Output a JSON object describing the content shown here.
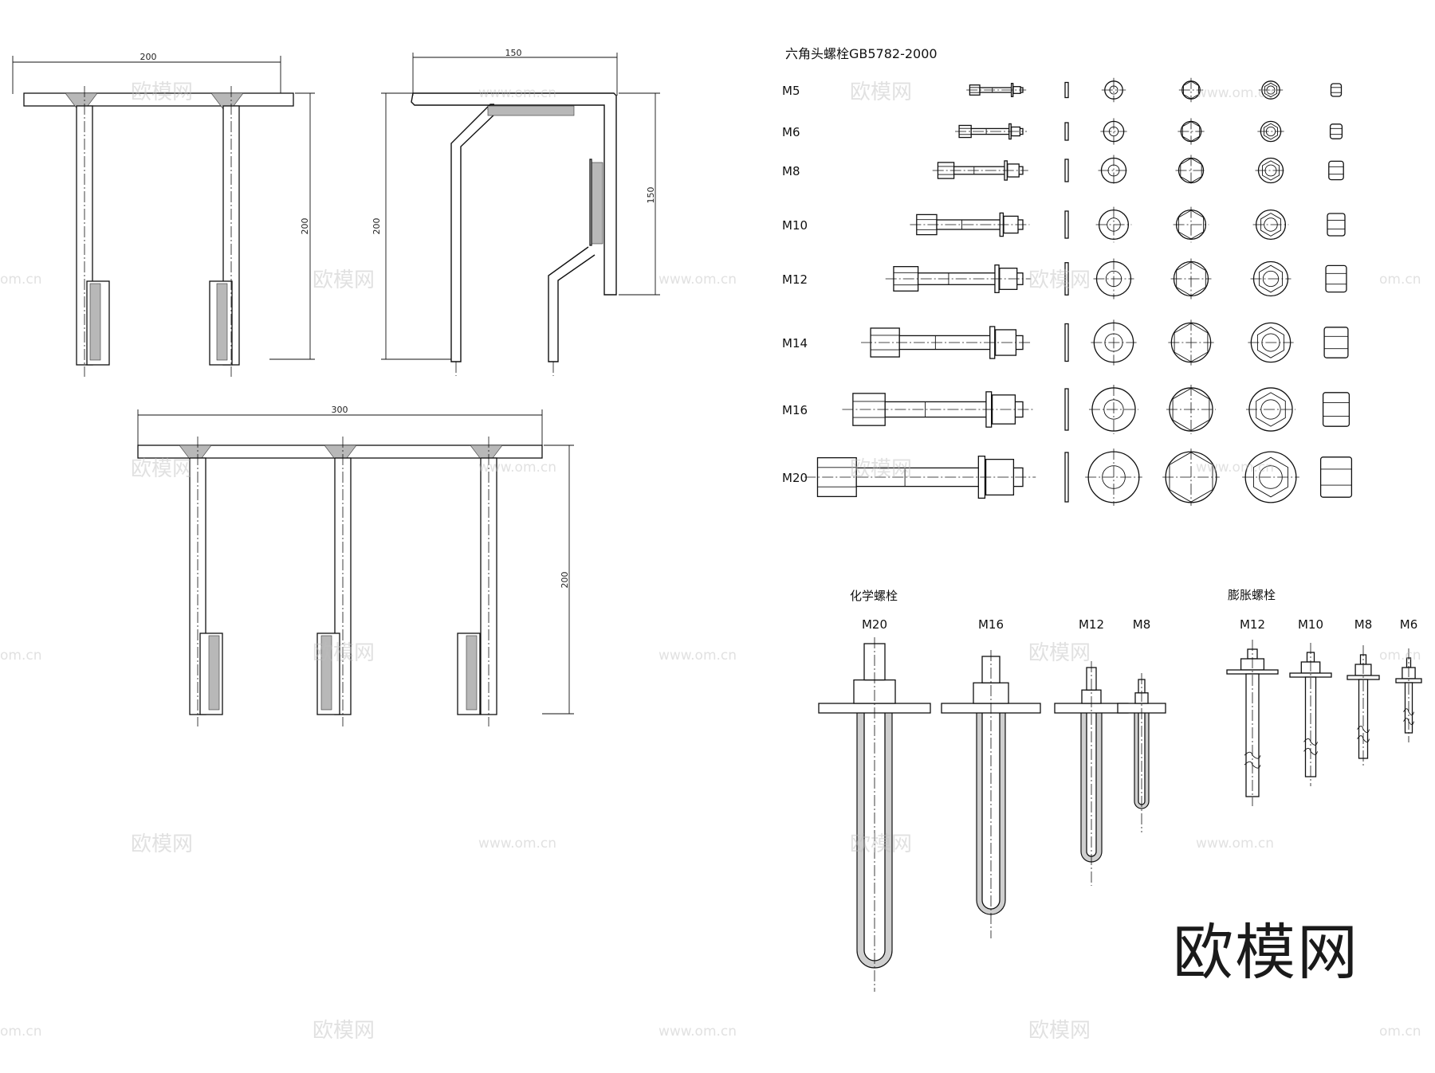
{
  "embed_parts": {
    "front_view": {
      "width_dim": "200",
      "height_dim": "200"
    },
    "side_view": {
      "width_dim": "150",
      "height_dim": "200",
      "inner_height_dim": "150"
    },
    "triple_view": {
      "width_dim": "300",
      "height_dim": "200"
    }
  },
  "hex_bolt_table": {
    "title": "六角头螺栓GB5782-2000",
    "sizes": [
      "M5",
      "M6",
      "M8",
      "M10",
      "M12",
      "M14",
      "M16",
      "M20"
    ]
  },
  "chemical_bolt": {
    "title": "化学螺栓",
    "sizes": [
      "M20",
      "M16",
      "M12",
      "M8"
    ]
  },
  "expansion_bolt": {
    "title": "膨胀螺栓",
    "sizes": [
      "M12",
      "M10",
      "M8",
      "M6"
    ]
  },
  "watermark": {
    "logo": "欧模网",
    "url": "www.om.cn",
    "url_fragment": "om.cn"
  }
}
